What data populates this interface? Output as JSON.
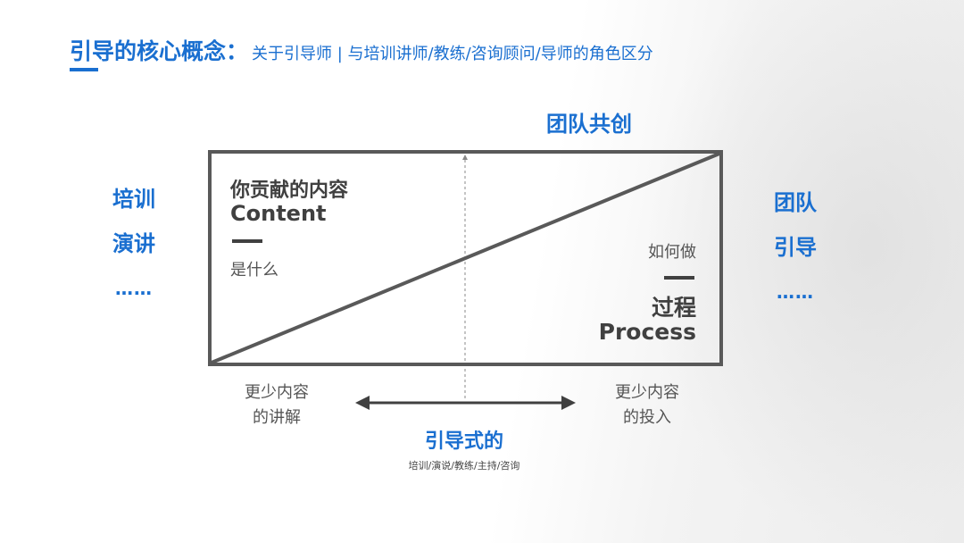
{
  "header": {
    "title": "引导的核心概念：",
    "subtitle": "关于引导师 | 与培训讲师/教练/咨询顾问/导师的角色区分"
  },
  "top_label": "团队共创",
  "left_side": {
    "items": [
      "培训",
      "演讲"
    ],
    "ellipsis": "……"
  },
  "right_side": {
    "items": [
      "团队",
      "引导"
    ],
    "ellipsis": "……"
  },
  "content_block": {
    "title": "你贡献的内容",
    "title_en": "Content",
    "subtitle": "是什么"
  },
  "process_block": {
    "question": "如何做",
    "title": "过程",
    "title_en": "Process"
  },
  "bottom_left": {
    "line1": "更少内容",
    "line2": "的讲解"
  },
  "bottom_right": {
    "line1": "更少内容",
    "line2": "的投入"
  },
  "facilitative": {
    "title": "引导式的",
    "subtitle": "培训/演说/教练/主持/咨询"
  },
  "colors": {
    "accent": "#1a6fd0",
    "frame": "#595959",
    "text_dark": "#404040"
  }
}
